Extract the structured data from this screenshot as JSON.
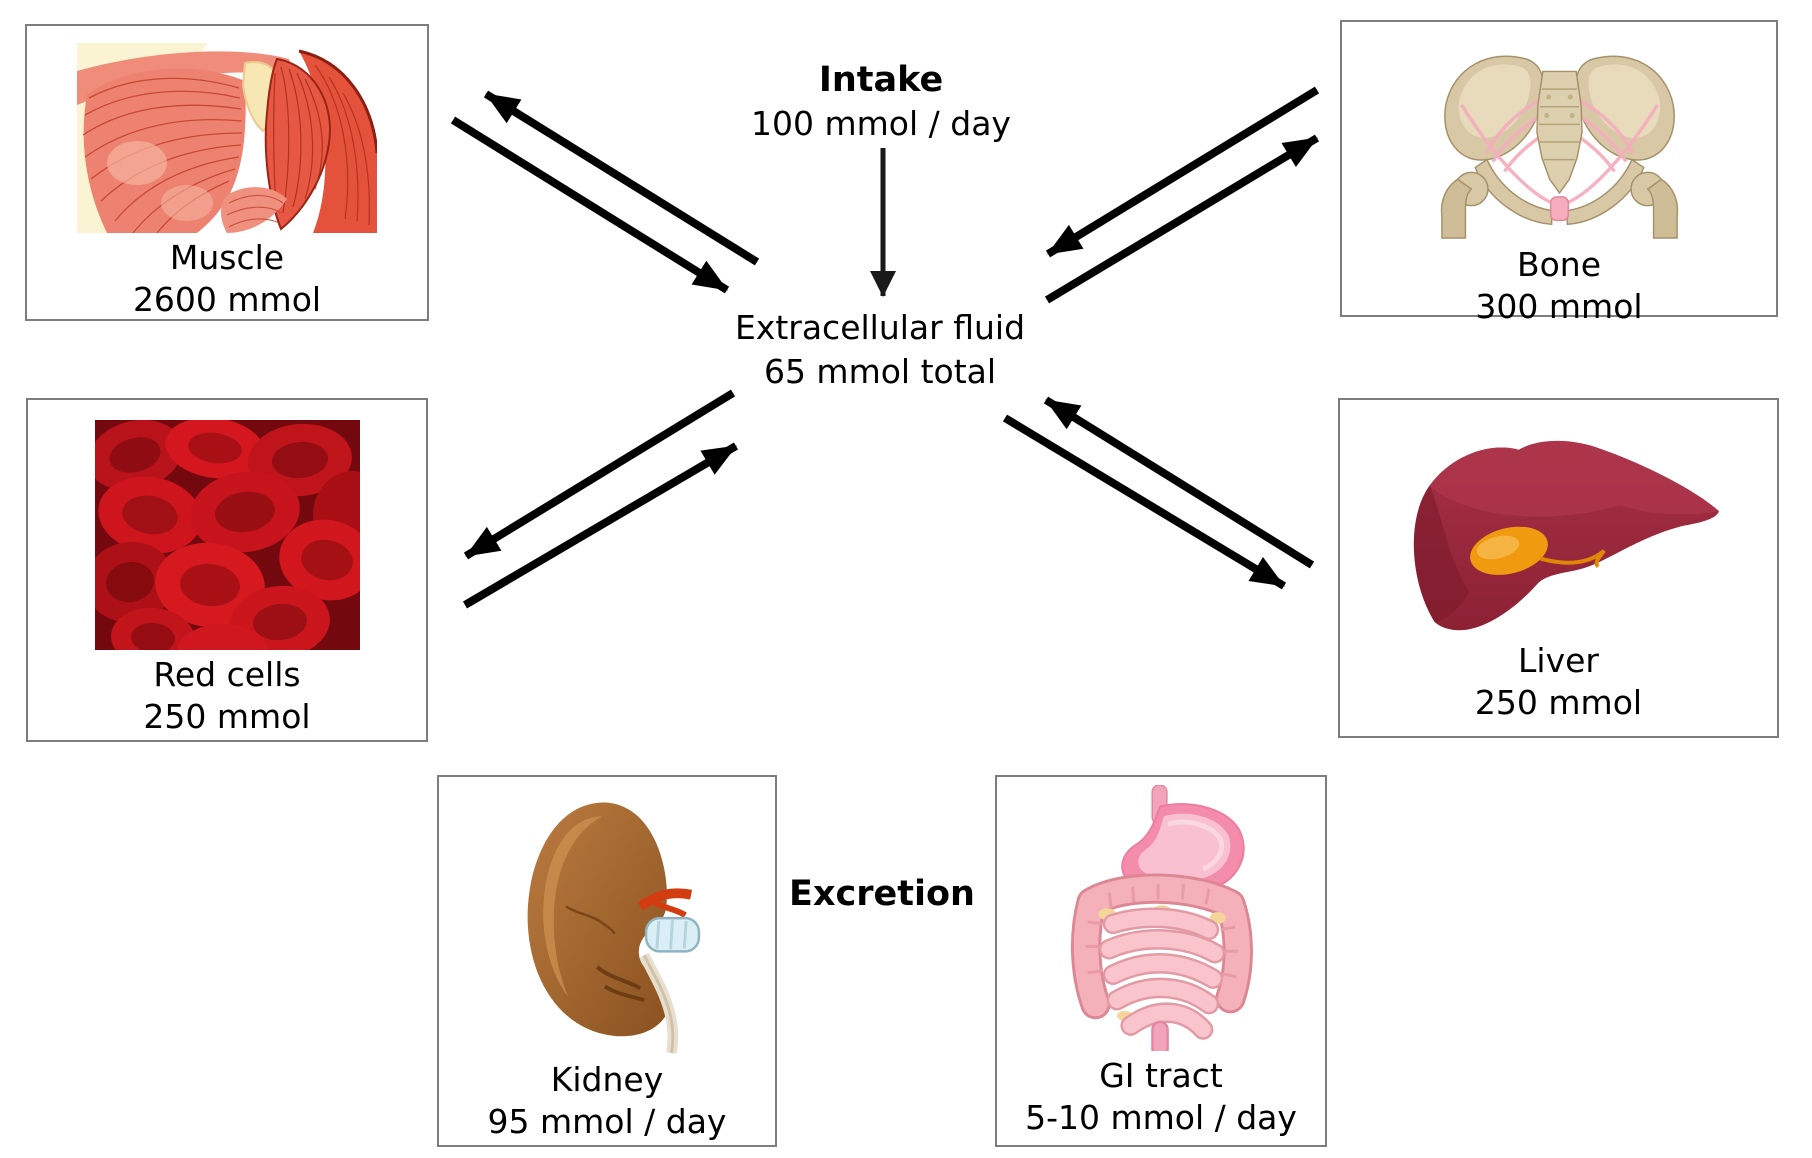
{
  "styles": {
    "background": "#ffffff",
    "box_border_color": "#7d7d7d",
    "arrow_color": "#000000",
    "text_color": "#000000"
  },
  "intake": {
    "title": "Intake",
    "rate": "100 mmol / day"
  },
  "central_pool": {
    "name": "Extracellular fluid",
    "amount": "65 mmol total"
  },
  "excretion": {
    "title": "Excretion"
  },
  "compartments": {
    "muscle": {
      "name": "Muscle",
      "amount": "2600 mmol",
      "illustration": "shoulder-muscle-anatomy"
    },
    "bone": {
      "name": "Bone",
      "amount": "300 mmol",
      "illustration": "pelvis-bone-with-ligaments"
    },
    "red_cells": {
      "name": "Red cells",
      "amount": "250 mmol",
      "illustration": "red-blood-cells"
    },
    "liver": {
      "name": "Liver",
      "amount": "250 mmol",
      "illustration": "liver-with-gallbladder"
    },
    "kidney": {
      "name": "Kidney",
      "amount": "95 mmol / day",
      "illustration": "kidney-with-vessels-and-ureter"
    },
    "gi_tract": {
      "name": "GI tract",
      "amount": "5-10 mmol / day",
      "illustration": "stomach-and-intestines"
    }
  },
  "arrows": [
    {
      "name": "intake-to-ecf",
      "from": "Intake",
      "to": "Extracellular fluid"
    },
    {
      "name": "ecf-to-muscle",
      "from": "Extracellular fluid",
      "to": "Muscle"
    },
    {
      "name": "muscle-to-ecf",
      "from": "Muscle",
      "to": "Extracellular fluid"
    },
    {
      "name": "bone-to-ecf",
      "from": "Bone",
      "to": "Extracellular fluid"
    },
    {
      "name": "ecf-to-bone",
      "from": "Extracellular fluid",
      "to": "Bone"
    },
    {
      "name": "ecf-to-red-cells",
      "from": "Extracellular fluid",
      "to": "Red cells"
    },
    {
      "name": "red-cells-to-ecf",
      "from": "Red cells",
      "to": "Extracellular fluid"
    },
    {
      "name": "liver-to-ecf",
      "from": "Liver",
      "to": "Extracellular fluid"
    },
    {
      "name": "ecf-to-liver",
      "from": "Extracellular fluid",
      "to": "Liver"
    }
  ]
}
